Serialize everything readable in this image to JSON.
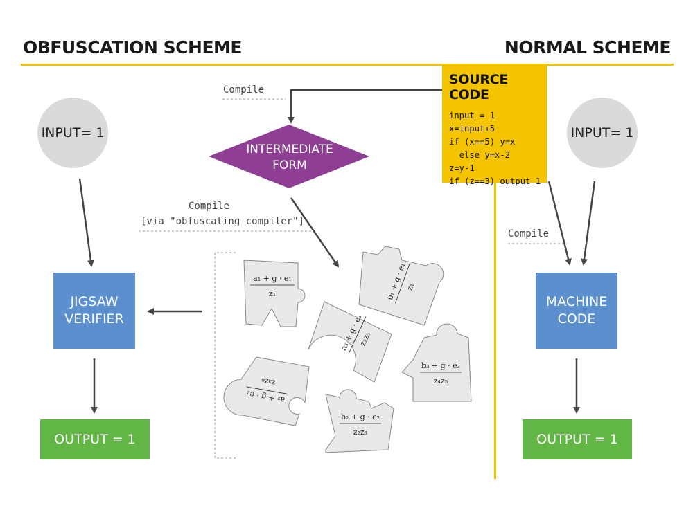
{
  "headers": {
    "left_title": "OBFUSCATION SCHEME",
    "right_title": "NORMAL SCHEME"
  },
  "source_code": {
    "title": "SOURCE CODE",
    "lines": [
      "input = 1",
      "x=input+5",
      "if (x==5) y=x",
      "  else y=x-2",
      "z=y-1",
      "if (z==3) output 1"
    ]
  },
  "obfuscation": {
    "input_label": "INPUT= 1",
    "intermediate_line1": "INTERMEDIATE",
    "intermediate_line2": "FORM",
    "compile_label": "Compile",
    "compile_obf_line1": "Compile",
    "compile_obf_line2": "[via \"obfuscating compiler\"]",
    "verifier_line1": "JIGSAW",
    "verifier_line2": "VERIFIER",
    "output_label": "OUTPUT = 1",
    "puzzle_pieces": [
      {
        "numerator": "a₁ + g · e₁",
        "denominator": "z₁"
      },
      {
        "numerator": "b₁ + g · e₁",
        "denominator": "z₁"
      },
      {
        "numerator": "a₃ + g · e₃",
        "denominator": "z₂z₅"
      },
      {
        "numerator": "b₃ + g · e₃",
        "denominator": "z₄z₅"
      },
      {
        "numerator": "a₂ + g · e₂",
        "denominator": "z₃z₆"
      },
      {
        "numerator": "b₂ + g · e₂",
        "denominator": "z₂z₃"
      }
    ]
  },
  "normal": {
    "input_label": "INPUT= 1",
    "compile_label": "Compile",
    "machine_line1": "MACHINE",
    "machine_line2": "CODE",
    "output_label": "OUTPUT = 1"
  },
  "colors": {
    "accent_yellow": "#f5c400",
    "intermediate_purple": "#8e3f93",
    "box_blue": "#5b8fce",
    "box_green": "#62b646",
    "circle_gray": "#d9dadb",
    "piece_gray": "#e8e9ea"
  }
}
